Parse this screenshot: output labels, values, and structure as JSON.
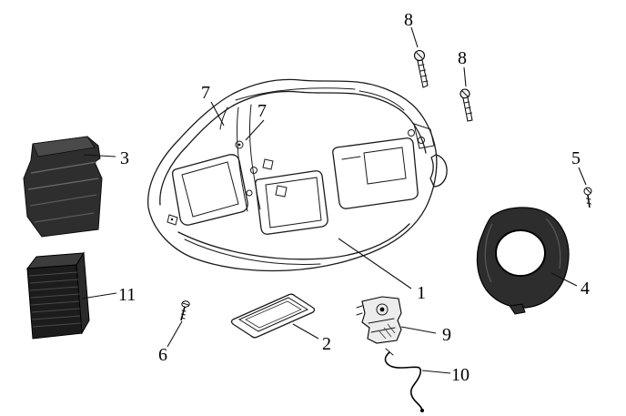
{
  "colors": {
    "background": "#ffffff",
    "line": "#1a1a1a",
    "dark_part": "#2a2a2a"
  },
  "callouts": [
    {
      "label": "8"
    },
    {
      "label": "8"
    },
    {
      "label": "7"
    },
    {
      "label": "7"
    },
    {
      "label": "3"
    },
    {
      "label": "5"
    },
    {
      "label": "1"
    },
    {
      "label": "4"
    },
    {
      "label": "11"
    },
    {
      "label": "6"
    },
    {
      "label": "2"
    },
    {
      "label": "9"
    },
    {
      "label": "10"
    }
  ]
}
